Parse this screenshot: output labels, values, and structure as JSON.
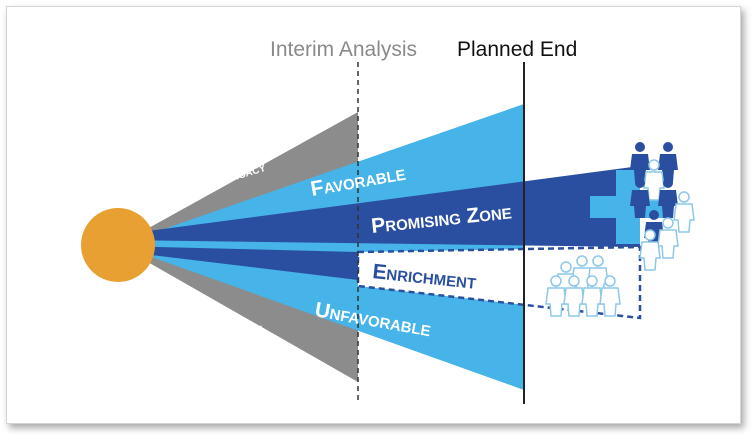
{
  "diagram": {
    "headers": {
      "interim_analysis": "Interim Analysis",
      "planned_end": "Planned End"
    },
    "zones": {
      "efficacy": "Efficacy",
      "futility": "Futility",
      "favorable": "Favorable",
      "unfavorable": "Unfavorable",
      "promising_zone": "Promising Zone",
      "enrichment": "Enrichment"
    },
    "colors": {
      "origin": "#e8a032",
      "gray_zone": "#8c8c8c",
      "light_blue": "#46b4e8",
      "dark_blue": "#2b4fa0",
      "figure_outline": "#8cc8e8",
      "line": "#222222"
    },
    "icons": {
      "plus": "plus-icon",
      "people_dark": "people-group-icon",
      "people_light": "people-group-outline-icon"
    }
  }
}
